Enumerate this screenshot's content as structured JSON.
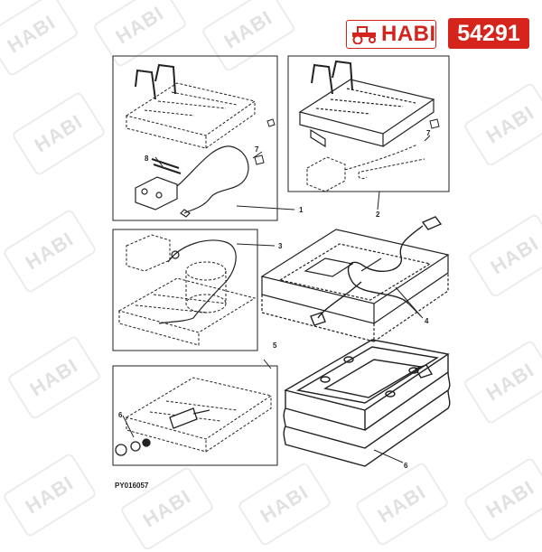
{
  "brand": {
    "name": "HABI",
    "accent": "#d5241c"
  },
  "part_number": "54291",
  "drawing_code": "PY016057",
  "watermark_text": "HABI",
  "callouts": {
    "c1": "1",
    "c2": "2",
    "c3": "3",
    "c4": "4",
    "c5": "5",
    "c6a": "6",
    "c6b": "6",
    "c7a": "7",
    "c7b": "7",
    "c8": "8"
  }
}
